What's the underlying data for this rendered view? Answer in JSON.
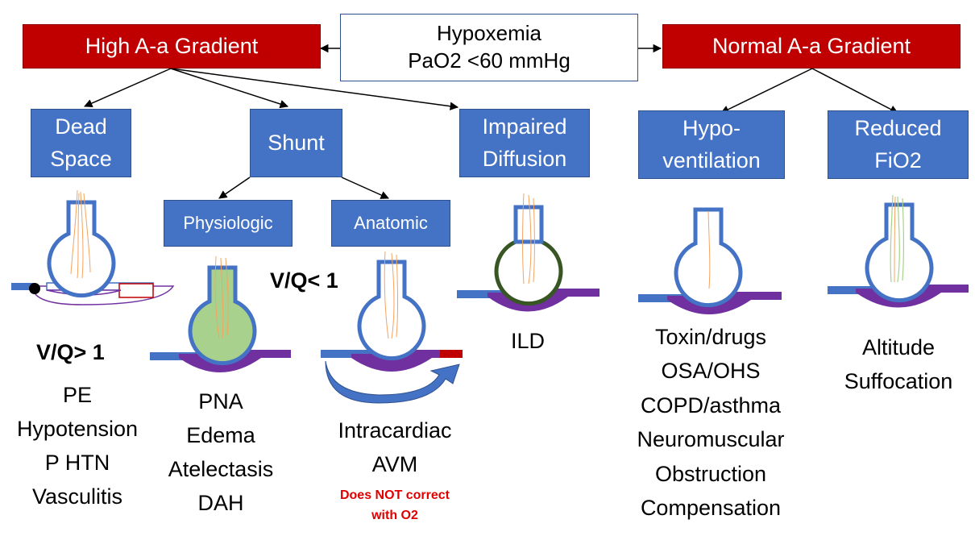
{
  "header": {
    "line1": "Hypoxemia",
    "line2": "PaO2 <60 mmHg"
  },
  "categories": {
    "high": "High A-a Gradient",
    "normal": "Normal A-a Gradient"
  },
  "mechanisms": {
    "dead_space": [
      "Dead",
      "Space"
    ],
    "shunt": "Shunt",
    "impaired_diffusion": [
      "Impaired",
      "Diffusion"
    ],
    "hypoventilation": [
      "Hypo-",
      "ventilation"
    ],
    "reduced_fio2": [
      "Reduced",
      "FiO2"
    ],
    "physiologic": "Physiologic",
    "anatomic": "Anatomic"
  },
  "vq": {
    "dead_space": "V/Q> 1",
    "shunt": "V/Q< 1"
  },
  "causes": {
    "dead_space": [
      "PE",
      "Hypotension",
      "P HTN",
      "Vasculitis"
    ],
    "physiologic": [
      "PNA",
      "Edema",
      "Atelectasis",
      "DAH"
    ],
    "anatomic": [
      "Intracardiac",
      "AVM"
    ],
    "impaired_diffusion": [
      "ILD"
    ],
    "hypoventilation": [
      "Toxin/drugs",
      "OSA/OHS",
      "COPD/asthma",
      "Neuromuscular",
      "Obstruction",
      "Compensation"
    ],
    "reduced_fio2": [
      "Altitude",
      "Suffocation"
    ]
  },
  "anatomic_note": [
    "Does NOT correct",
    "with O2"
  ],
  "colors": {
    "red_box": "#c00000",
    "blue_box": "#4472c4",
    "capillary": "#7030a0",
    "vessel": "#4472c4",
    "consolidation": "#a9d18e",
    "fibrosis": "#375623",
    "airway_fibers": "#f4a460",
    "warning_text": "#e00000"
  }
}
